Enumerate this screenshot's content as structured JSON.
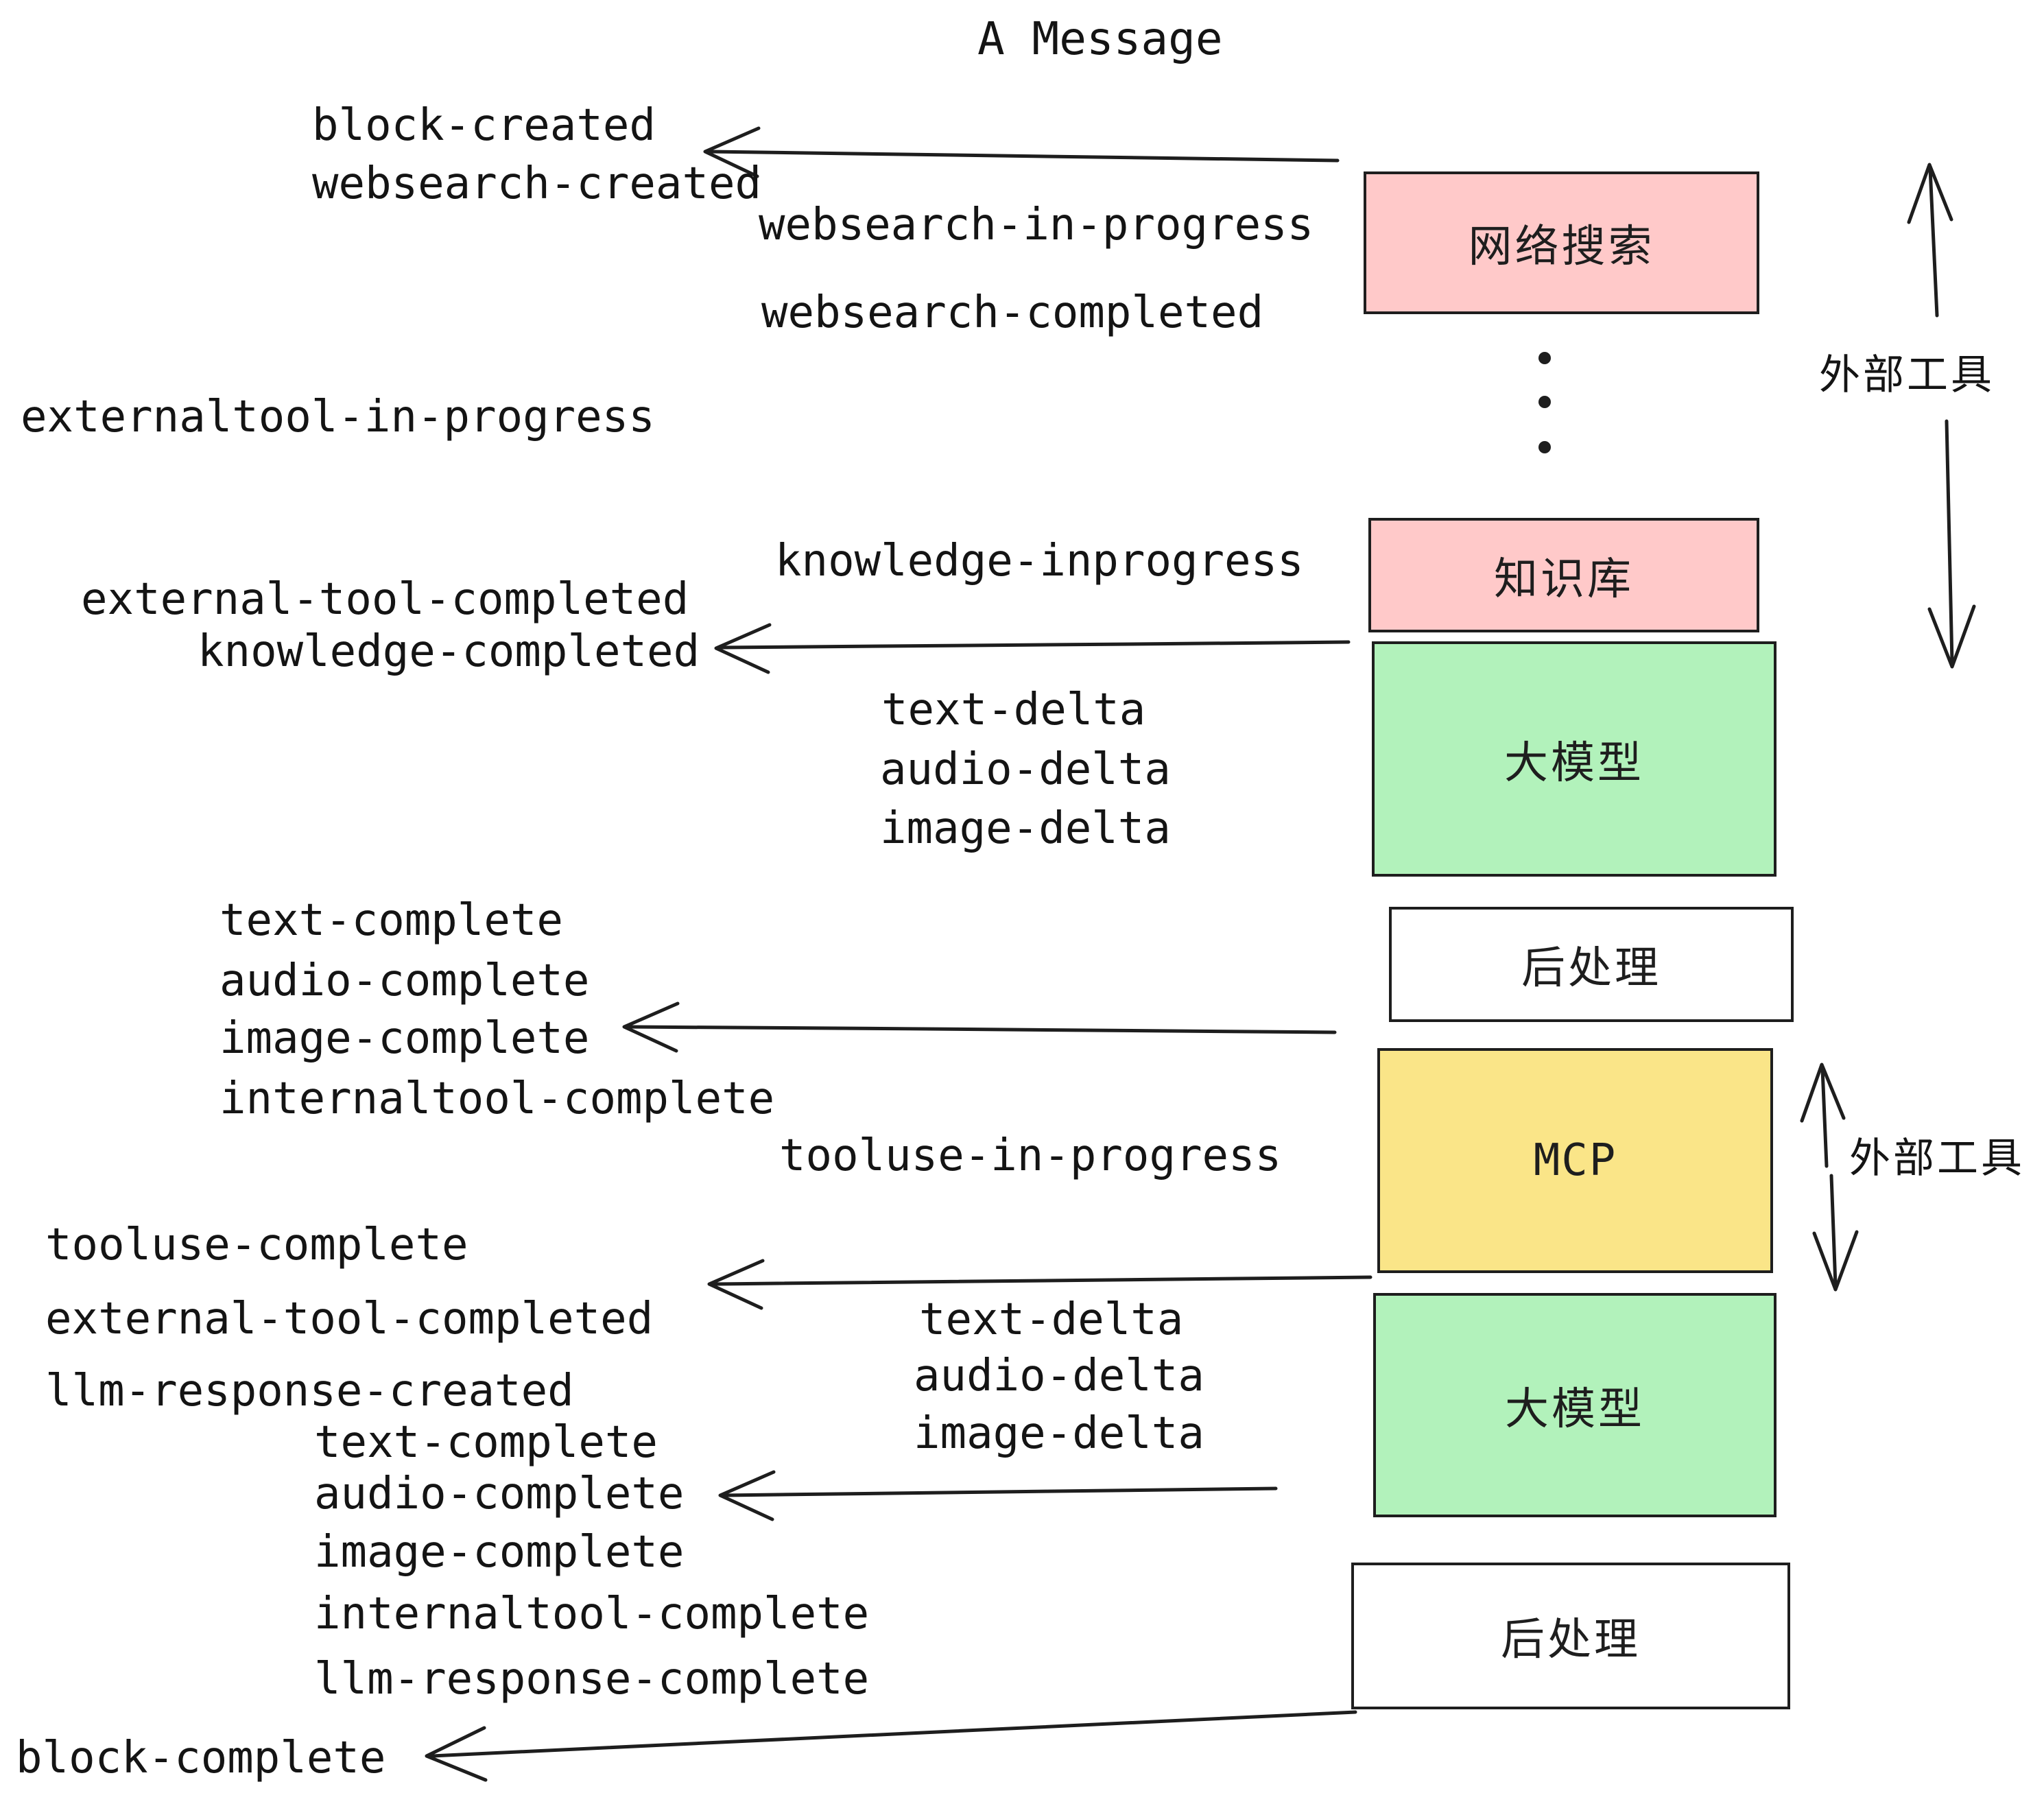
{
  "title": "A Message",
  "colors": {
    "external_tool_box": "#FFC9C9",
    "llm_box": "#B2F2BB",
    "mcp_box": "#FAE588",
    "post_process_box": "#FFFFFF",
    "ink": "#1e1e1e"
  },
  "boxes": [
    {
      "id": "websearch",
      "label": "网络搜索"
    },
    {
      "id": "knowledge",
      "label": "知识库"
    },
    {
      "id": "llm-1",
      "label": "大模型"
    },
    {
      "id": "post-1",
      "label": "后处理"
    },
    {
      "id": "mcp",
      "label": "MCP"
    },
    {
      "id": "llm-2",
      "label": "大模型"
    },
    {
      "id": "post-2",
      "label": "后处理"
    }
  ],
  "side_labels": [
    {
      "label": "外部工具"
    },
    {
      "label": "外部工具"
    }
  ],
  "events": [
    {
      "label": "block-created"
    },
    {
      "label": "websearch-created"
    },
    {
      "label": "websearch-in-progress"
    },
    {
      "label": "websearch-completed"
    },
    {
      "label": "externaltool-in-progress"
    },
    {
      "label": "knowledge-inprogress"
    },
    {
      "label": "external-tool-completed"
    },
    {
      "label": "knowledge-completed"
    },
    {
      "label": "text-delta"
    },
    {
      "label": "audio-delta"
    },
    {
      "label": "image-delta"
    },
    {
      "label": "text-complete"
    },
    {
      "label": "audio-complete"
    },
    {
      "label": "image-complete"
    },
    {
      "label": "internaltool-complete"
    },
    {
      "label": "tooluse-in-progress"
    },
    {
      "label": "tooluse-complete"
    },
    {
      "label": "external-tool-completed"
    },
    {
      "label": "llm-response-created"
    },
    {
      "label": "text-delta"
    },
    {
      "label": "audio-delta"
    },
    {
      "label": "image-delta"
    },
    {
      "label": "text-complete"
    },
    {
      "label": "audio-complete"
    },
    {
      "label": "image-complete"
    },
    {
      "label": "internaltool-complete"
    },
    {
      "label": "llm-response-complete"
    },
    {
      "label": "block-complete"
    }
  ]
}
